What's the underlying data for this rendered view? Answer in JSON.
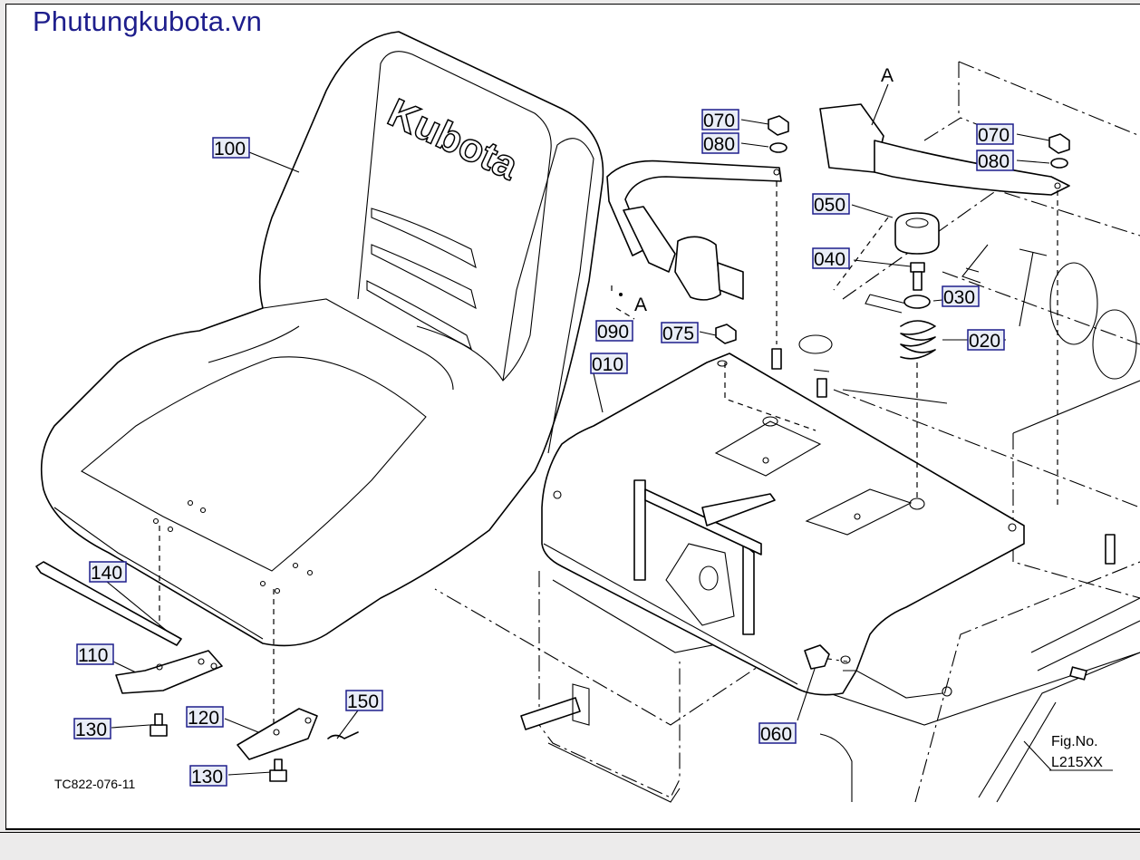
{
  "watermark": "Phutungkubota.vn",
  "drawing_code": "TC822-076-11",
  "figure": {
    "label": "Fig.No.",
    "number": "L215XX"
  },
  "seat_logo": "Kubota",
  "view_marker": "A",
  "parts": [
    {
      "id": "p100",
      "number": "100"
    },
    {
      "id": "p010",
      "number": "010"
    },
    {
      "id": "p020",
      "number": "020"
    },
    {
      "id": "p030",
      "number": "030"
    },
    {
      "id": "p040",
      "number": "040"
    },
    {
      "id": "p050",
      "number": "050"
    },
    {
      "id": "p060",
      "number": "060"
    },
    {
      "id": "p070a",
      "number": "070"
    },
    {
      "id": "p080a",
      "number": "080"
    },
    {
      "id": "p070b",
      "number": "070"
    },
    {
      "id": "p080b",
      "number": "080"
    },
    {
      "id": "p075",
      "number": "075"
    },
    {
      "id": "p090",
      "number": "090"
    },
    {
      "id": "p110",
      "number": "110"
    },
    {
      "id": "p120",
      "number": "120"
    },
    {
      "id": "p130a",
      "number": "130"
    },
    {
      "id": "p130b",
      "number": "130"
    },
    {
      "id": "p140",
      "number": "140"
    },
    {
      "id": "p150",
      "number": "150"
    }
  ],
  "colors": {
    "label_border": "#1e1e8c",
    "label_fill": "#e9edf7",
    "watermark": "#1e1e8c"
  }
}
